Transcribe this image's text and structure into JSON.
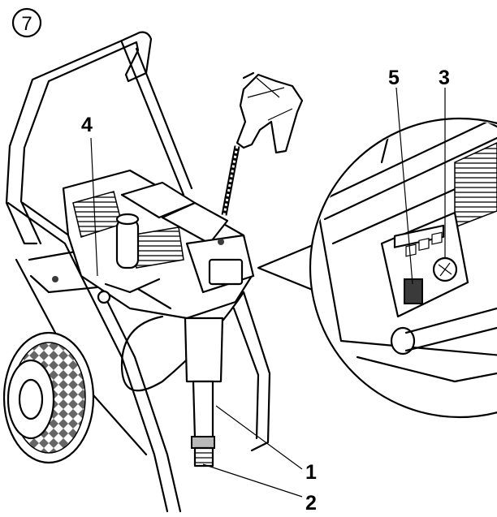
{
  "figure": {
    "step_number": "7",
    "callouts": [
      {
        "id": "1",
        "label": "1"
      },
      {
        "id": "2",
        "label": "2"
      },
      {
        "id": "3",
        "label": "3"
      },
      {
        "id": "4",
        "label": "4"
      },
      {
        "id": "5",
        "label": "5"
      }
    ]
  }
}
